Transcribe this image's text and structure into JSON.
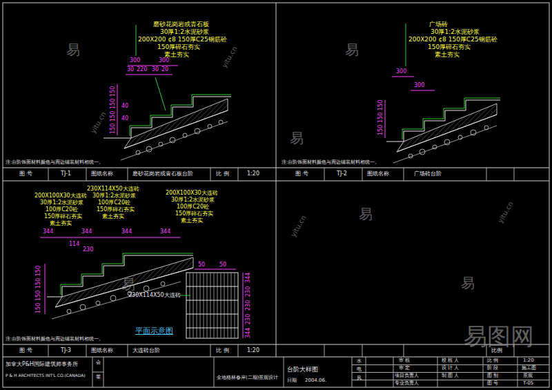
{
  "diagram": {
    "labels": [
      "磨砂花岗岩或青石板",
      "30厚1:2水泥砂浆",
      "200X200 ¢8 150厚C25钢筋砼",
      "150厚碎石夯实",
      "素土夯实",
      "300",
      "300",
      "30",
      "220",
      "30",
      "20",
      "150",
      "150",
      "150",
      "150",
      "40",
      "40",
      "注:台阶饰面材料颜色与周边铺装材料相统一。",
      "图 号",
      "TJ-1",
      "图纸名称",
      "磨砂花岗岩或青石板台阶",
      "比 例",
      "1:20",
      "广场砖",
      "30厚1:2水泥砂浆",
      "200X200 ¢8 150厚C25钢筋砼",
      "150厚碎石夯实",
      "素土夯实",
      "300",
      "300",
      "150",
      "150",
      "150",
      "注:台阶饰面材料颜色与周边铺装材料相统一。",
      "图 号",
      "TJ-2",
      "图纸名称",
      "广场砖台阶",
      "200X100X30大连砖",
      "30厚1:2水泥砂浆",
      "100厚C20砼",
      "150厚碎石夯实",
      "素土夯实",
      "230X114X50大连砖",
      "30厚1:2水泥砂浆",
      "100厚C20砼",
      "150厚碎石夯实",
      "素土夯实",
      "200X100X30大连砖",
      "30厚1:2水泥砂浆",
      "100厚C20砼",
      "150厚碎石夯实",
      "素土夯实",
      "344",
      "344",
      "344",
      "344",
      "114",
      "230",
      "150",
      "150",
      "150",
      "150",
      "50",
      "50",
      "230X114X50大连砖",
      "344",
      "230",
      "230",
      "230",
      "344",
      "平面示意图",
      "注:台阶饰面材料颜色与周边铺装材料相统一。",
      "图 号",
      "TJ-3",
      "图纸名称",
      "大连砖台阶",
      "比 例",
      "1:20",
      "比例",
      "加拿大P&H国际建筑师事务所",
      "P & H ARCHITECTS INT'L CO.(CANADA)",
      "会",
      "签",
      "金地格林春岸(二期)景观设计",
      "台阶大样图",
      "日期",
      "2004.06.",
      "水",
      "电",
      "风",
      "审 核",
      "校 核 人",
      "比 例",
      "1:20",
      "审 定",
      "设 计 人",
      "阶 段",
      "施工图",
      "项目负责人",
      "制 图 人",
      "图 别",
      "景观",
      "专业负责人",
      "图 号",
      "T-05",
      "易",
      "易",
      "易",
      "易",
      "易",
      "易",
      "yitu.cn",
      "yitu.cn",
      "yitu.cn",
      "yitu.cn",
      "易图网"
    ]
  }
}
